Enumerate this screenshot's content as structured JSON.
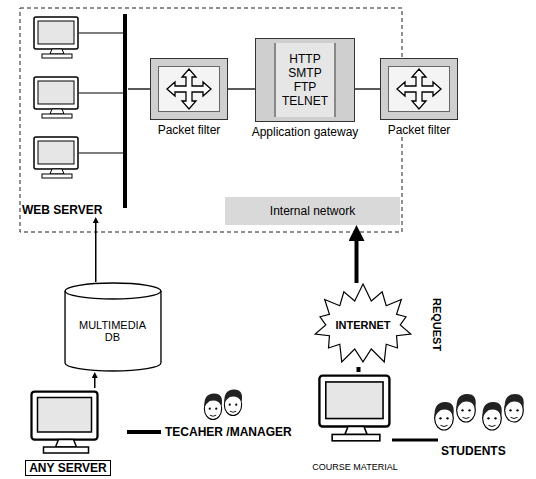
{
  "diagram": {
    "nodes": [
      {
        "text": [
          "WEB SERVER"
        ]
      },
      {
        "text": [
          "Packet filter"
        ]
      },
      {
        "text": [
          "HTTP SMTP FTP TELNET",
          "Application gateway"
        ]
      },
      {
        "text": [
          "Packet filter"
        ]
      },
      {
        "text": [
          "Internal network"
        ]
      },
      {
        "text": [
          "MULTIMEDIA DB"
        ]
      },
      {
        "text": [
          "ANY SERVER"
        ]
      },
      {
        "text": [
          "INTERNET"
        ]
      },
      {
        "text": [
          "COURSE MATERIAL"
        ]
      }
    ],
    "edges": [
      {
        "from": 1,
        "to": 0,
        "arrow": "none"
      },
      {
        "from": 1,
        "to": 2,
        "arrow": "none"
      },
      {
        "from": 2,
        "to": 3,
        "arrow": "none"
      },
      {
        "from": 5,
        "to": 0,
        "arrow": "to"
      },
      {
        "from": 6,
        "to": 5,
        "arrow": "to"
      },
      {
        "from": 7,
        "to": 4,
        "arrow": "to"
      },
      {
        "from": 8,
        "to": 7,
        "arrow": "none"
      }
    ],
    "labels": [
      "TECAHER /MANAGER",
      "STUDENTS",
      "REQUEST"
    ]
  }
}
